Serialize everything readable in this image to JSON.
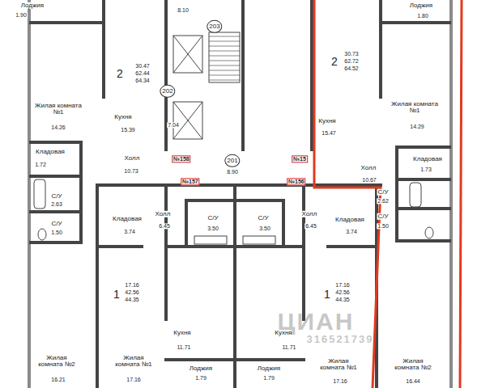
{
  "diagram": {
    "labels": [
      "Лоджия",
      "1.90",
      "8.10",
      "203",
      "Лоджия",
      "1.80",
      "2",
      "30.47",
      "62.44",
      "64.34",
      "2",
      "30.73",
      "62.72",
      "64.52",
      "Жилая комната №1",
      "14.26",
      "202",
      "Жилая комната №1",
      "14.29",
      "Кухня",
      "15.39",
      "7.04",
      "Кухня",
      "15.47",
      "Кладовая",
      "1.72",
      "Холл",
      "10.73",
      "№158",
      "201",
      "8.90",
      "№15",
      "Холл",
      "10.67",
      "Кладовая",
      "1.73",
      "№157",
      "№156",
      "С/У",
      "2.63",
      "С/У",
      "1.50",
      "С/У",
      "2.62",
      "С/У",
      "1.50",
      "Кладовая",
      "3.74",
      "Холл",
      "6.45",
      "С/У",
      "3.50",
      "С/У",
      "3.50",
      "Холл",
      "6.45",
      "Кладовая",
      "3.74",
      "1",
      "17.16",
      "42.56",
      "44.35",
      "1",
      "17.16",
      "42.56",
      "44.35",
      "Кухня",
      "11.71",
      "Кухня",
      "11.71",
      "Жилая комната №2",
      "16.21",
      "Жилая комната №1",
      "17.16",
      "Лоджия",
      "1.79",
      "Лоджия",
      "1.79",
      "Жилая комната №1",
      "17.16",
      "Жилая комната №2",
      "16.44",
      "ЦИАН",
      "316521739"
    ]
  }
}
